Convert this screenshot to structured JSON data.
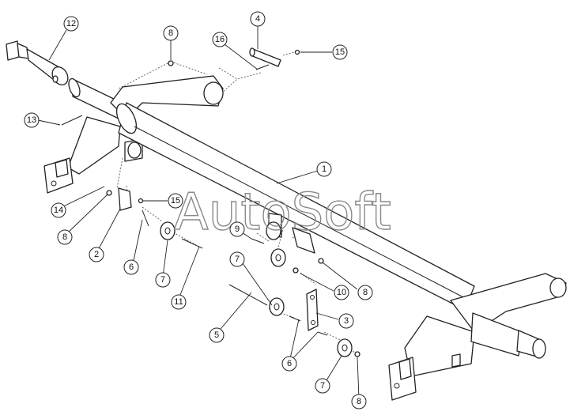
{
  "watermark": "AutoSoft",
  "callouts": [
    {
      "label": "12"
    },
    {
      "label": "8"
    },
    {
      "label": "16"
    },
    {
      "label": "4"
    },
    {
      "label": "15"
    },
    {
      "label": "13"
    },
    {
      "label": "1"
    },
    {
      "label": "14"
    },
    {
      "label": "8"
    },
    {
      "label": "15"
    },
    {
      "label": "2"
    },
    {
      "label": "6"
    },
    {
      "label": "7"
    },
    {
      "label": "11"
    },
    {
      "label": "9"
    },
    {
      "label": "7"
    },
    {
      "label": "10"
    },
    {
      "label": "8"
    },
    {
      "label": "5"
    },
    {
      "label": "3"
    },
    {
      "label": "6"
    },
    {
      "label": "7"
    },
    {
      "label": "8"
    }
  ]
}
